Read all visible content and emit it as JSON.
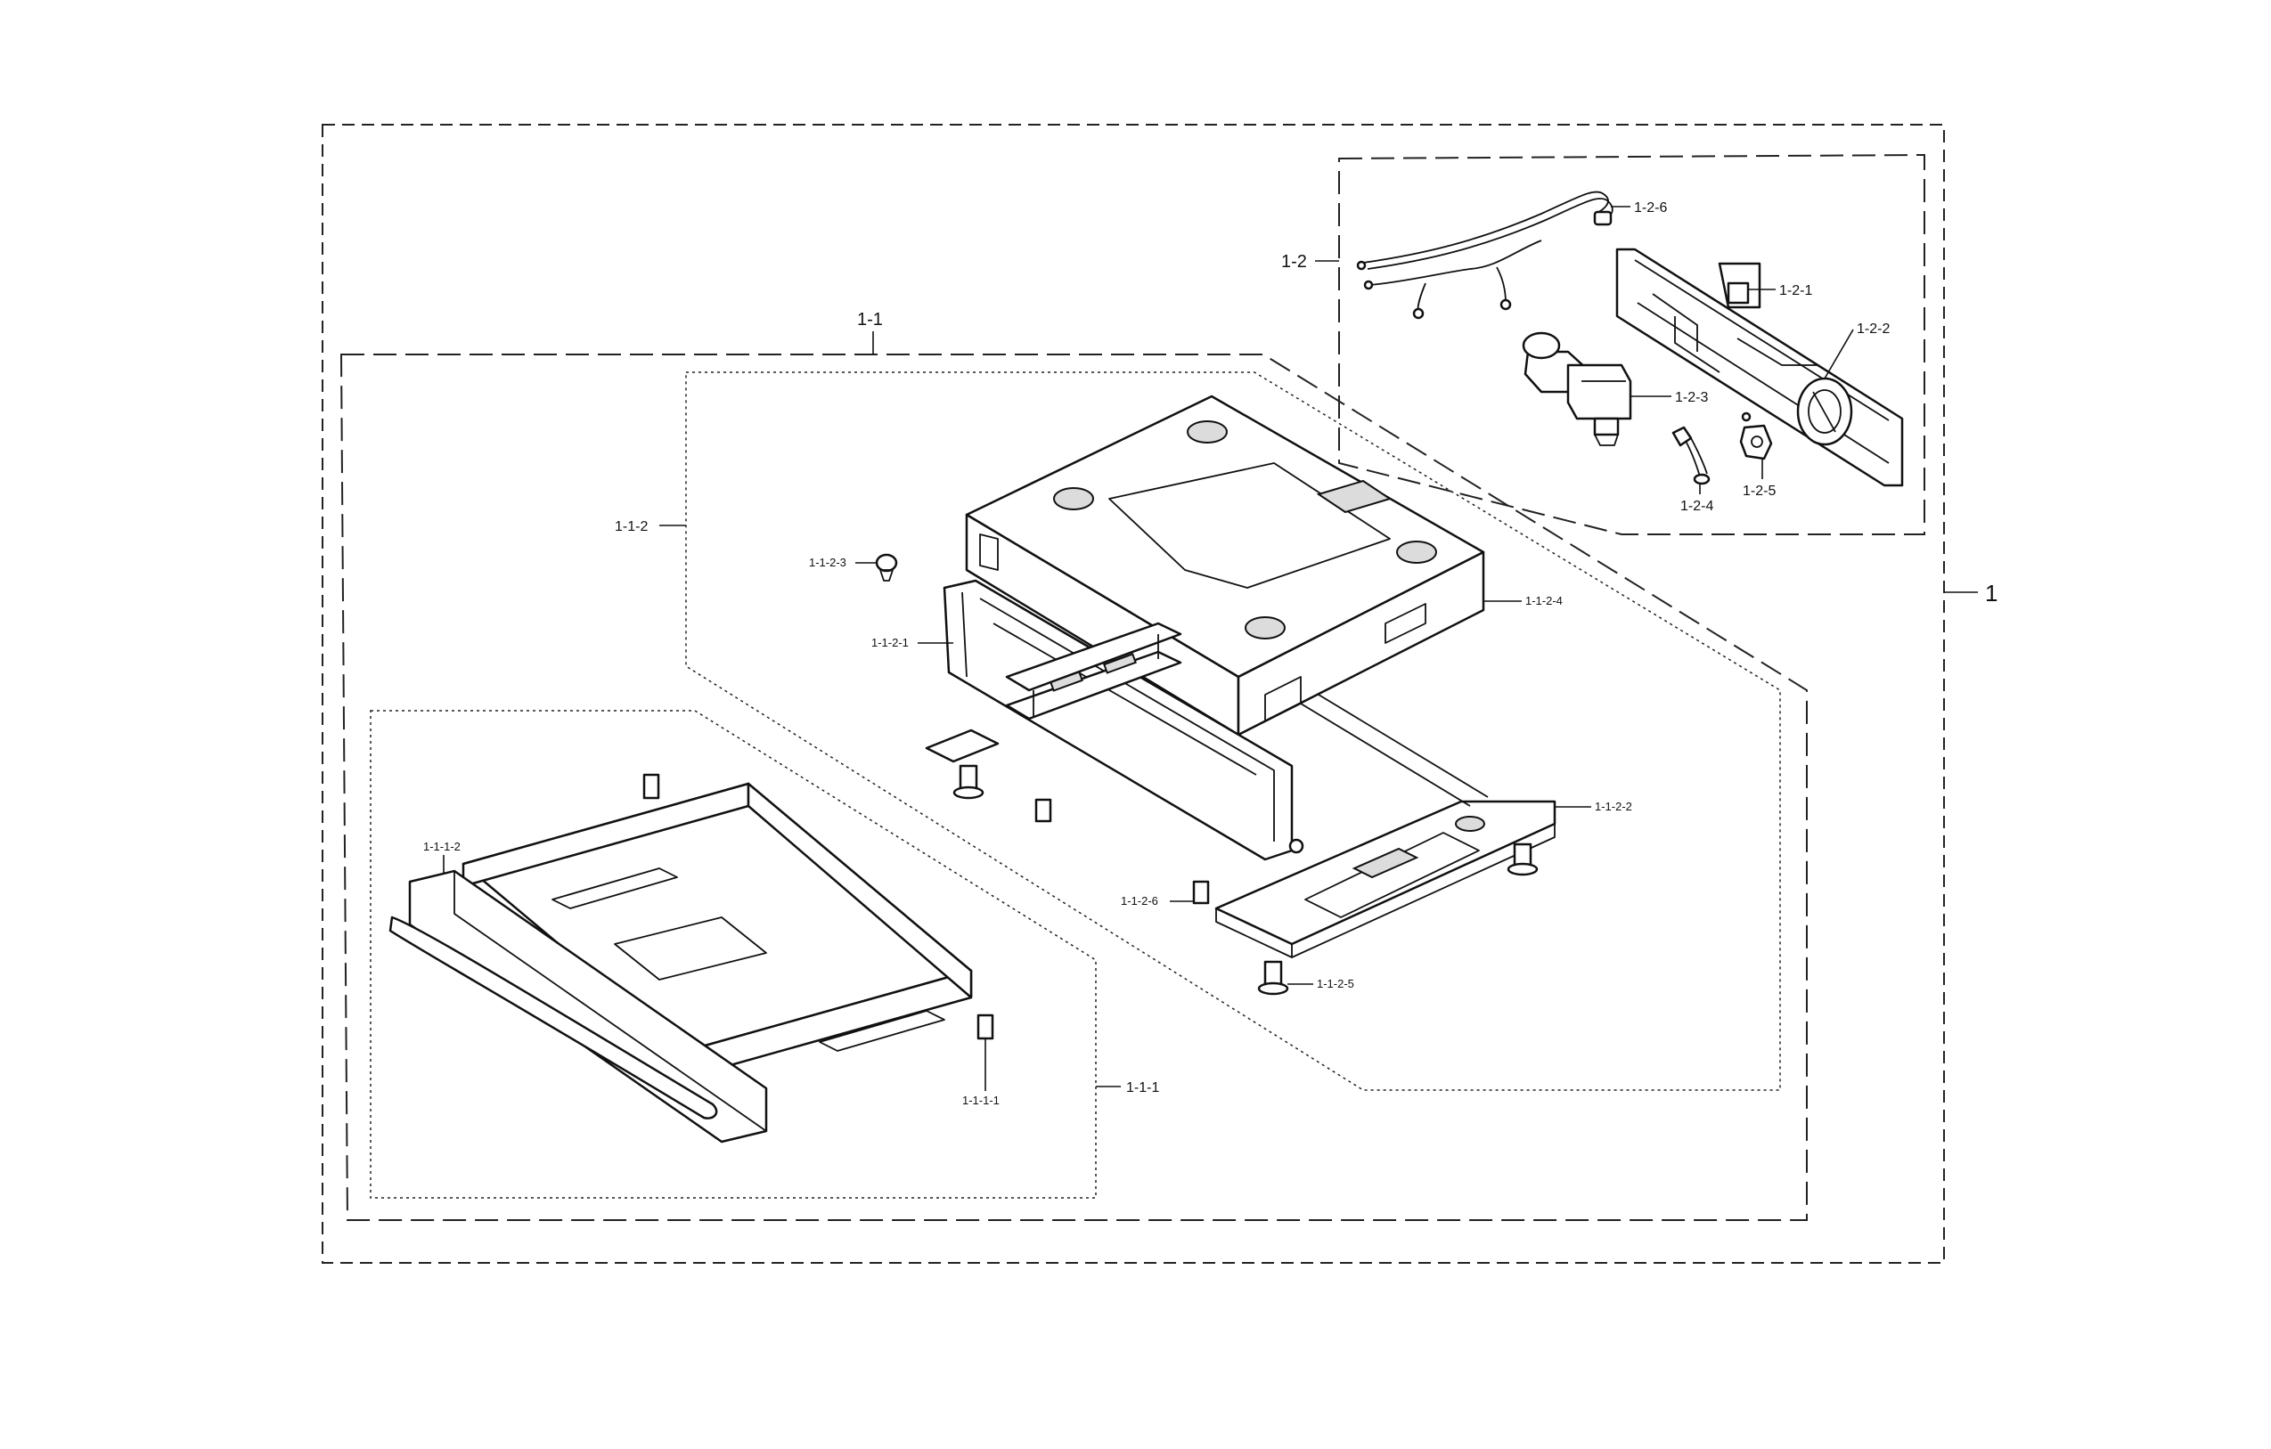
{
  "labels": {
    "assembly": "1",
    "sub_1_1": "1-1",
    "sub_1_2": "1-2",
    "sub_1_1_1": "1-1-1",
    "sub_1_1_2": "1-1-2",
    "part_1_1_1_1": "1-1-1-1",
    "part_1_1_1_2": "1-1-1-2",
    "part_1_1_2_1": "1-1-2-1",
    "part_1_1_2_2": "1-1-2-2",
    "part_1_1_2_3": "1-1-2-3",
    "part_1_1_2_4": "1-1-2-4",
    "part_1_1_2_5": "1-1-2-5",
    "part_1_1_2_6": "1-1-2-6",
    "part_1_2_1": "1-2-1",
    "part_1_2_2": "1-2-2",
    "part_1_2_3": "1-2-3",
    "part_1_2_4": "1-2-4",
    "part_1_2_5": "1-2-5",
    "part_1_2_6": "1-2-6"
  },
  "colors": {
    "ink": "#111111",
    "background": "#ffffff",
    "shade": "#dcdcdc"
  }
}
